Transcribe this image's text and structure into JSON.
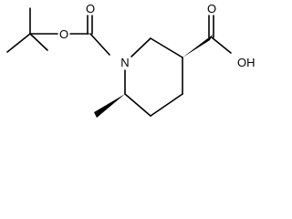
{
  "molecule": {
    "atoms": {
      "ester_oxygen": "O",
      "carbamate_carbonyl_oxygen": "O",
      "ring_nitrogen": "N",
      "acid_carbonyl_oxygen": "O",
      "acid_hydroxyl": "OH"
    },
    "colors": {
      "bond": "#000000",
      "label": "#000000",
      "background": "#ffffff"
    }
  }
}
